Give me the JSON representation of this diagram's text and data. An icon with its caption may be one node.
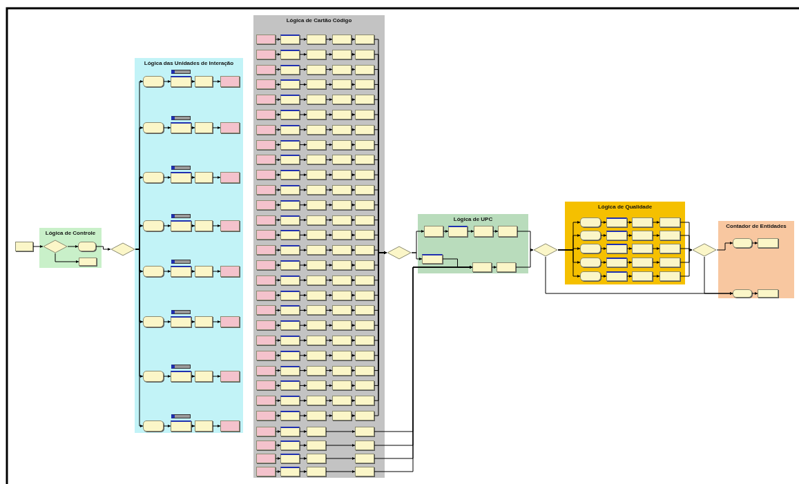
{
  "diagram": {
    "nodes": [
      {
        "text": [],
        "shape": "box"
      },
      {
        "text": [
          "Lógica de Controle"
        ]
      },
      {
        "text": [],
        "shape": "diamond",
        "in": 1
      },
      {
        "text": [],
        "shape": "box",
        "in": 1
      },
      {
        "text": [],
        "shape": "box",
        "in": 1
      },
      {
        "text": [],
        "shape": "diamond"
      },
      {
        "text": [
          "Lógica das Unidades de Interação"
        ]
      },
      {
        "text": [],
        "shape": "box",
        "in": 6
      },
      {
        "text": [],
        "shape": "box",
        "in": 6
      },
      {
        "text": [],
        "shape": "box",
        "in": 6
      },
      {
        "text": [],
        "shape": "box",
        "in": 6
      },
      {
        "text": [],
        "shape": "box",
        "in": 6
      },
      {
        "text": [],
        "shape": "box",
        "in": 6
      },
      {
        "text": [],
        "shape": "box",
        "in": 6
      },
      {
        "text": [],
        "shape": "box",
        "in": 6
      },
      {
        "text": [],
        "shape": "box",
        "in": 6
      },
      {
        "text": [],
        "shape": "box",
        "in": 6
      },
      {
        "text": [],
        "shape": "box",
        "in": 6
      },
      {
        "text": [],
        "shape": "box",
        "in": 6
      },
      {
        "text": [],
        "shape": "box",
        "in": 6
      },
      {
        "text": [],
        "shape": "box",
        "in": 6
      },
      {
        "text": [],
        "shape": "box",
        "in": 6
      },
      {
        "text": [],
        "shape": "box",
        "in": 6
      },
      {
        "text": [],
        "shape": "box",
        "in": 6
      },
      {
        "text": [],
        "shape": "box",
        "in": 6
      },
      {
        "text": [],
        "shape": "box",
        "in": 6
      },
      {
        "text": [],
        "shape": "box",
        "in": 6
      },
      {
        "text": [],
        "shape": "box",
        "in": 6
      },
      {
        "text": [],
        "shape": "box",
        "in": 6
      },
      {
        "text": [],
        "shape": "box",
        "in": 6
      },
      {
        "text": [],
        "shape": "box",
        "in": 6
      },
      {
        "text": [],
        "shape": "box",
        "in": 6
      },
      {
        "text": [],
        "shape": "box",
        "in": 6
      },
      {
        "text": [],
        "shape": "box",
        "in": 6
      },
      {
        "text": [],
        "shape": "box",
        "in": 6
      },
      {
        "text": [],
        "shape": "box",
        "in": 6
      },
      {
        "text": [],
        "shape": "box",
        "in": 6
      },
      {
        "text": [],
        "shape": "box",
        "in": 6
      },
      {
        "text": [],
        "shape": "box",
        "in": 6
      },
      {
        "text": [
          "Lógica de Cartão Código"
        ]
      },
      {
        "text": [],
        "shape": "box",
        "in": 39
      },
      {
        "text": [],
        "shape": "box",
        "in": 39
      },
      {
        "text": [],
        "shape": "box",
        "in": 39
      },
      {
        "text": [],
        "shape": "box",
        "in": 39
      },
      {
        "text": [],
        "shape": "box",
        "in": 39
      },
      {
        "text": [],
        "shape": "box",
        "in": 39
      },
      {
        "text": [],
        "shape": "box",
        "in": 39
      },
      {
        "text": [],
        "shape": "box",
        "in": 39
      },
      {
        "text": [],
        "shape": "box",
        "in": 39
      },
      {
        "text": [],
        "shape": "box",
        "in": 39
      },
      {
        "text": [],
        "shape": "box",
        "in": 39
      },
      {
        "text": [],
        "shape": "box",
        "in": 39
      },
      {
        "text": [],
        "shape": "box",
        "in": 39
      },
      {
        "text": [],
        "shape": "box",
        "in": 39
      },
      {
        "text": [],
        "shape": "box",
        "in": 39
      },
      {
        "text": [],
        "shape": "box",
        "in": 39
      },
      {
        "text": [],
        "shape": "box",
        "in": 39
      },
      {
        "text": [],
        "shape": "box",
        "in": 39
      },
      {
        "text": [],
        "shape": "box",
        "in": 39
      },
      {
        "text": [],
        "shape": "box",
        "in": 39
      },
      {
        "text": [],
        "shape": "box",
        "in": 39
      },
      {
        "text": [],
        "shape": "box",
        "in": 39
      },
      {
        "text": [],
        "shape": "box",
        "in": 39
      },
      {
        "text": [],
        "shape": "box",
        "in": 39
      },
      {
        "text": [],
        "shape": "box",
        "in": 39
      },
      {
        "text": [],
        "shape": "box",
        "in": 39
      },
      {
        "text": [],
        "shape": "box",
        "in": 39
      },
      {
        "text": [],
        "shape": "box",
        "in": 39
      },
      {
        "text": [],
        "shape": "box",
        "in": 39
      },
      {
        "text": [],
        "shape": "box",
        "in": 39
      },
      {
        "text": [],
        "shape": "box",
        "in": 39
      },
      {
        "text": [],
        "shape": "box",
        "in": 39
      },
      {
        "text": [],
        "shape": "box",
        "in": 39
      },
      {
        "text": [],
        "shape": "box",
        "in": 39
      },
      {
        "text": [],
        "shape": "box",
        "in": 39
      },
      {
        "text": [],
        "shape": "box",
        "in": 39
      },
      {
        "text": [],
        "shape": "box",
        "in": 39
      },
      {
        "text": [],
        "shape": "box",
        "in": 39
      },
      {
        "text": [],
        "shape": "box",
        "in": 39
      },
      {
        "text": [],
        "shape": "box",
        "in": 39
      },
      {
        "text": [],
        "shape": "box",
        "in": 39
      },
      {
        "text": [],
        "shape": "box",
        "in": 39
      },
      {
        "text": [],
        "shape": "box",
        "in": 39
      },
      {
        "text": [],
        "shape": "box",
        "in": 39
      },
      {
        "text": [],
        "shape": "box",
        "in": 39
      },
      {
        "text": [],
        "shape": "box",
        "in": 39
      },
      {
        "text": [],
        "shape": "box",
        "in": 39
      },
      {
        "text": [],
        "shape": "box",
        "in": 39
      },
      {
        "text": [],
        "shape": "box",
        "in": 39
      },
      {
        "text": [],
        "shape": "box",
        "in": 39
      },
      {
        "text": [],
        "shape": "box",
        "in": 39
      },
      {
        "text": [],
        "shape": "box",
        "in": 39
      },
      {
        "text": [],
        "shape": "box",
        "in": 39
      },
      {
        "text": [],
        "shape": "box",
        "in": 39
      },
      {
        "text": [],
        "shape": "box",
        "in": 39
      },
      {
        "text": [],
        "shape": "box",
        "in": 39
      },
      {
        "text": [],
        "shape": "box",
        "in": 39
      },
      {
        "text": [],
        "shape": "box",
        "in": 39
      },
      {
        "text": [],
        "shape": "box",
        "in": 39
      },
      {
        "text": [],
        "shape": "box",
        "in": 39
      },
      {
        "text": [],
        "shape": "box",
        "in": 39
      },
      {
        "text": [],
        "shape": "box",
        "in": 39
      },
      {
        "text": [],
        "shape": "box",
        "in": 39
      },
      {
        "text": [],
        "shape": "box",
        "in": 39
      },
      {
        "text": [],
        "shape": "box",
        "in": 39
      },
      {
        "text": [],
        "shape": "box",
        "in": 39
      },
      {
        "text": [],
        "shape": "box",
        "in": 39
      },
      {
        "text": [],
        "shape": "box",
        "in": 39
      },
      {
        "text": [],
        "shape": "box",
        "in": 39
      },
      {
        "text": [],
        "shape": "box",
        "in": 39
      },
      {
        "text": [],
        "shape": "box",
        "in": 39
      },
      {
        "text": [],
        "shape": "box",
        "in": 39
      },
      {
        "text": [],
        "shape": "box",
        "in": 39
      },
      {
        "text": [],
        "shape": "box",
        "in": 39
      },
      {
        "text": [],
        "shape": "box",
        "in": 39
      },
      {
        "text": [],
        "shape": "box",
        "in": 39
      },
      {
        "text": [],
        "shape": "box",
        "in": 39
      },
      {
        "text": [],
        "shape": "box",
        "in": 39
      },
      {
        "text": [],
        "shape": "box",
        "in": 39
      },
      {
        "text": [],
        "shape": "box",
        "in": 39
      },
      {
        "text": [],
        "shape": "box",
        "in": 39
      },
      {
        "text": [],
        "shape": "box",
        "in": 39
      },
      {
        "text": [],
        "shape": "box",
        "in": 39
      },
      {
        "text": [],
        "shape": "box",
        "in": 39
      },
      {
        "text": [],
        "shape": "box",
        "in": 39
      },
      {
        "text": [],
        "shape": "box",
        "in": 39
      },
      {
        "text": [],
        "shape": "box",
        "in": 39
      },
      {
        "text": [],
        "shape": "box",
        "in": 39
      },
      {
        "text": [],
        "shape": "box",
        "in": 39
      },
      {
        "text": [],
        "shape": "box",
        "in": 39
      },
      {
        "text": [],
        "shape": "box",
        "in": 39
      },
      {
        "text": [],
        "shape": "box",
        "in": 39
      },
      {
        "text": [],
        "shape": "box",
        "in": 39
      },
      {
        "text": [],
        "shape": "box",
        "in": 39
      },
      {
        "text": [],
        "shape": "box",
        "in": 39
      },
      {
        "text": [],
        "shape": "box",
        "in": 39
      },
      {
        "text": [],
        "shape": "box",
        "in": 39
      },
      {
        "text": [],
        "shape": "box",
        "in": 39
      },
      {
        "text": [],
        "shape": "box",
        "in": 39
      },
      {
        "text": [],
        "shape": "box",
        "in": 39
      },
      {
        "text": [],
        "shape": "box",
        "in": 39
      },
      {
        "text": [],
        "shape": "box",
        "in": 39
      },
      {
        "text": [],
        "shape": "box",
        "in": 39
      },
      {
        "text": [],
        "shape": "box",
        "in": 39
      },
      {
        "text": [],
        "shape": "box",
        "in": 39
      },
      {
        "text": [],
        "shape": "box",
        "in": 39
      },
      {
        "text": [],
        "shape": "box",
        "in": 39
      },
      {
        "text": [],
        "shape": "box",
        "in": 39
      },
      {
        "text": [],
        "shape": "box",
        "in": 39
      },
      {
        "text": [],
        "shape": "box",
        "in": 39
      },
      {
        "text": [],
        "shape": "box",
        "in": 39
      },
      {
        "text": [],
        "shape": "box",
        "in": 39
      },
      {
        "text": [],
        "shape": "box",
        "in": 39
      },
      {
        "text": [],
        "shape": "box",
        "in": 39
      },
      {
        "text": [],
        "shape": "box",
        "in": 39
      },
      {
        "text": [],
        "shape": "box",
        "in": 39
      },
      {
        "text": [],
        "shape": "box",
        "in": 39
      },
      {
        "text": [],
        "shape": "box",
        "in": 39
      },
      {
        "text": [],
        "shape": "box",
        "in": 39
      },
      {
        "text": [],
        "shape": "box",
        "in": 39
      },
      {
        "text": [],
        "shape": "box",
        "in": 39
      },
      {
        "text": [],
        "shape": "box",
        "in": 39
      },
      {
        "text": [],
        "shape": "box",
        "in": 39
      },
      {
        "text": [],
        "shape": "box",
        "in": 39
      },
      {
        "text": [],
        "shape": "box",
        "in": 39
      },
      {
        "text": [],
        "shape": "box",
        "in": 39
      },
      {
        "text": [],
        "shape": "box",
        "in": 39
      },
      {
        "text": [],
        "shape": "box",
        "in": 39
      },
      {
        "text": [],
        "shape": "box",
        "in": 39
      },
      {
        "text": [],
        "shape": "box",
        "in": 39
      },
      {
        "text": [],
        "shape": "box",
        "in": 39
      },
      {
        "text": [],
        "shape": "box",
        "in": 39
      },
      {
        "text": [],
        "shape": "box",
        "in": 39
      },
      {
        "text": [],
        "shape": "box",
        "in": 39
      },
      {
        "text": [],
        "shape": "box",
        "in": 39
      },
      {
        "text": [],
        "shape": "box",
        "in": 39
      },
      {
        "text": [],
        "shape": "box",
        "in": 39
      },
      {
        "text": [],
        "shape": "box",
        "in": 39
      },
      {
        "text": [],
        "shape": "box",
        "in": 39
      },
      {
        "text": [],
        "shape": "box",
        "in": 39
      },
      {
        "text": [],
        "shape": "box",
        "in": 39
      },
      {
        "text": [],
        "shape": "box",
        "in": 39
      },
      {
        "text": [],
        "shape": "box",
        "in": 39
      },
      {
        "text": [],
        "shape": "box",
        "in": 39
      },
      {
        "text": [],
        "shape": "box",
        "in": 39
      },
      {
        "text": [],
        "shape": "box",
        "in": 39
      },
      {
        "text": [],
        "shape": "diamond"
      },
      {
        "text": [
          "Lógica de UPC"
        ]
      },
      {
        "text": [],
        "shape": "box",
        "in": 187
      },
      {
        "text": [],
        "shape": "box",
        "in": 187
      },
      {
        "text": [],
        "shape": "box",
        "in": 187
      },
      {
        "text": [],
        "shape": "box",
        "in": 187
      },
      {
        "text": [],
        "shape": "box",
        "in": 187
      },
      {
        "text": [],
        "shape": "box",
        "in": 187
      },
      {
        "text": [],
        "shape": "box",
        "in": 187
      },
      {
        "text": [],
        "shape": "diamond"
      },
      {
        "text": [
          "Lógica de Qualidade"
        ]
      },
      {
        "text": [],
        "shape": "box",
        "in": 196
      },
      {
        "text": [],
        "shape": "box",
        "in": 196
      },
      {
        "text": [],
        "shape": "box",
        "in": 196
      },
      {
        "text": [],
        "shape": "box",
        "in": 196
      },
      {
        "text": [],
        "shape": "box",
        "in": 196
      },
      {
        "text": [],
        "shape": "box",
        "in": 196
      },
      {
        "text": [],
        "shape": "box",
        "in": 196
      },
      {
        "text": [],
        "shape": "box",
        "in": 196
      },
      {
        "text": [],
        "shape": "box",
        "in": 196
      },
      {
        "text": [],
        "shape": "box",
        "in": 196
      },
      {
        "text": [],
        "shape": "box",
        "in": 196
      },
      {
        "text": [],
        "shape": "box",
        "in": 196
      },
      {
        "text": [],
        "shape": "box",
        "in": 196
      },
      {
        "text": [],
        "shape": "box",
        "in": 196
      },
      {
        "text": [],
        "shape": "box",
        "in": 196
      },
      {
        "text": [],
        "shape": "box",
        "in": 196
      },
      {
        "text": [],
        "shape": "box",
        "in": 196
      },
      {
        "text": [],
        "shape": "box",
        "in": 196
      },
      {
        "text": [],
        "shape": "box",
        "in": 196
      },
      {
        "text": [],
        "shape": "box",
        "in": 196
      },
      {
        "text": [],
        "shape": "diamond"
      },
      {
        "text": [
          "Contador de Entidades"
        ]
      },
      {
        "text": [],
        "shape": "box",
        "in": 218
      },
      {
        "text": [],
        "shape": "box",
        "in": 218
      },
      {
        "text": [],
        "shape": "box",
        "in": 218
      },
      {
        "text": [],
        "shape": "box",
        "in": 218
      }
    ],
    "edges": [
      {
        "from": 0,
        "to": 2,
        "arrow": "to"
      },
      {
        "from": 2,
        "to": 3,
        "arrow": "to"
      },
      {
        "from": 2,
        "to": 4,
        "arrow": "to"
      },
      {
        "from": 3,
        "to": 5,
        "arrow": "to"
      },
      {
        "from": 5,
        "to": 7,
        "arrow": "to"
      },
      {
        "from": 5,
        "to": 11,
        "arrow": "to"
      },
      {
        "from": 5,
        "to": 15,
        "arrow": "to"
      },
      {
        "from": 5,
        "to": 19,
        "arrow": "to"
      },
      {
        "from": 5,
        "to": 23,
        "arrow": "to"
      },
      {
        "from": 5,
        "to": 27,
        "arrow": "to"
      },
      {
        "from": 5,
        "to": 31,
        "arrow": "to"
      },
      {
        "from": 5,
        "to": 35,
        "arrow": "to"
      },
      {
        "from": 7,
        "to": 8,
        "arrow": "to"
      },
      {
        "from": 8,
        "to": 9,
        "arrow": "to"
      },
      {
        "from": 9,
        "to": 10,
        "arrow": "to"
      },
      {
        "from": 11,
        "to": 12,
        "arrow": "to"
      },
      {
        "from": 12,
        "to": 13,
        "arrow": "to"
      },
      {
        "from": 13,
        "to": 14,
        "arrow": "to"
      },
      {
        "from": 15,
        "to": 16,
        "arrow": "to"
      },
      {
        "from": 16,
        "to": 17,
        "arrow": "to"
      },
      {
        "from": 17,
        "to": 18,
        "arrow": "to"
      },
      {
        "from": 19,
        "to": 20,
        "arrow": "to"
      },
      {
        "from": 20,
        "to": 21,
        "arrow": "to"
      },
      {
        "from": 21,
        "to": 22,
        "arrow": "to"
      },
      {
        "from": 23,
        "to": 24,
        "arrow": "to"
      },
      {
        "from": 24,
        "to": 25,
        "arrow": "to"
      },
      {
        "from": 25,
        "to": 26,
        "arrow": "to"
      },
      {
        "from": 27,
        "to": 28,
        "arrow": "to"
      },
      {
        "from": 28,
        "to": 29,
        "arrow": "to"
      },
      {
        "from": 29,
        "to": 30,
        "arrow": "to"
      },
      {
        "from": 31,
        "to": 32,
        "arrow": "to"
      },
      {
        "from": 32,
        "to": 33,
        "arrow": "to"
      },
      {
        "from": 33,
        "to": 34,
        "arrow": "to"
      },
      {
        "from": 35,
        "to": 36,
        "arrow": "to"
      },
      {
        "from": 36,
        "to": 37,
        "arrow": "to"
      },
      {
        "from": 37,
        "to": 38,
        "arrow": "to"
      },
      {
        "from": 40,
        "to": 41,
        "arrow": "to"
      },
      {
        "from": 41,
        "to": 42,
        "arrow": "to"
      },
      {
        "from": 42,
        "to": 43,
        "arrow": "to"
      },
      {
        "from": 43,
        "to": 44,
        "arrow": "to"
      },
      {
        "from": 45,
        "to": 46,
        "arrow": "to"
      },
      {
        "from": 46,
        "to": 47,
        "arrow": "to"
      },
      {
        "from": 47,
        "to": 48,
        "arrow": "to"
      },
      {
        "from": 48,
        "to": 49,
        "arrow": "to"
      },
      {
        "from": 50,
        "to": 51,
        "arrow": "to"
      },
      {
        "from": 51,
        "to": 52,
        "arrow": "to"
      },
      {
        "from": 52,
        "to": 53,
        "arrow": "to"
      },
      {
        "from": 53,
        "to": 54,
        "arrow": "to"
      },
      {
        "from": 55,
        "to": 56,
        "arrow": "to"
      },
      {
        "from": 56,
        "to": 57,
        "arrow": "to"
      },
      {
        "from": 57,
        "to": 58,
        "arrow": "to"
      },
      {
        "from": 58,
        "to": 59,
        "arrow": "to"
      },
      {
        "from": 60,
        "to": 61,
        "arrow": "to"
      },
      {
        "from": 61,
        "to": 62,
        "arrow": "to"
      },
      {
        "from": 62,
        "to": 63,
        "arrow": "to"
      },
      {
        "from": 63,
        "to": 64,
        "arrow": "to"
      },
      {
        "from": 65,
        "to": 66,
        "arrow": "to"
      },
      {
        "from": 66,
        "to": 67,
        "arrow": "to"
      },
      {
        "from": 67,
        "to": 68,
        "arrow": "to"
      },
      {
        "from": 68,
        "to": 69,
        "arrow": "to"
      },
      {
        "from": 70,
        "to": 71,
        "arrow": "to"
      },
      {
        "from": 71,
        "to": 72,
        "arrow": "to"
      },
      {
        "from": 72,
        "to": 73,
        "arrow": "to"
      },
      {
        "from": 73,
        "to": 74,
        "arrow": "to"
      },
      {
        "from": 75,
        "to": 76,
        "arrow": "to"
      },
      {
        "from": 76,
        "to": 77,
        "arrow": "to"
      },
      {
        "from": 77,
        "to": 78,
        "arrow": "to"
      },
      {
        "from": 78,
        "to": 79,
        "arrow": "to"
      },
      {
        "from": 80,
        "to": 81,
        "arrow": "to"
      },
      {
        "from": 81,
        "to": 82,
        "arrow": "to"
      },
      {
        "from": 82,
        "to": 83,
        "arrow": "to"
      },
      {
        "from": 83,
        "to": 84,
        "arrow": "to"
      },
      {
        "from": 85,
        "to": 86,
        "arrow": "to"
      },
      {
        "from": 86,
        "to": 87,
        "arrow": "to"
      },
      {
        "from": 87,
        "to": 88,
        "arrow": "to"
      },
      {
        "from": 88,
        "to": 89,
        "arrow": "to"
      },
      {
        "from": 90,
        "to": 91,
        "arrow": "to"
      },
      {
        "from": 91,
        "to": 92,
        "arrow": "to"
      },
      {
        "from": 92,
        "to": 93,
        "arrow": "to"
      },
      {
        "from": 93,
        "to": 94,
        "arrow": "to"
      },
      {
        "from": 95,
        "to": 96,
        "arrow": "to"
      },
      {
        "from": 96,
        "to": 97,
        "arrow": "to"
      },
      {
        "from": 97,
        "to": 98,
        "arrow": "to"
      },
      {
        "from": 98,
        "to": 99,
        "arrow": "to"
      },
      {
        "from": 100,
        "to": 101,
        "arrow": "to"
      },
      {
        "from": 101,
        "to": 102,
        "arrow": "to"
      },
      {
        "from": 102,
        "to": 103,
        "arrow": "to"
      },
      {
        "from": 103,
        "to": 104,
        "arrow": "to"
      },
      {
        "from": 105,
        "to": 106,
        "arrow": "to"
      },
      {
        "from": 106,
        "to": 107,
        "arrow": "to"
      },
      {
        "from": 107,
        "to": 108,
        "arrow": "to"
      },
      {
        "from": 108,
        "to": 109,
        "arrow": "to"
      },
      {
        "from": 110,
        "to": 111,
        "arrow": "to"
      },
      {
        "from": 111,
        "to": 112,
        "arrow": "to"
      },
      {
        "from": 112,
        "to": 113,
        "arrow": "to"
      },
      {
        "from": 113,
        "to": 114,
        "arrow": "to"
      },
      {
        "from": 115,
        "to": 116,
        "arrow": "to"
      },
      {
        "from": 116,
        "to": 117,
        "arrow": "to"
      },
      {
        "from": 117,
        "to": 118,
        "arrow": "to"
      },
      {
        "from": 118,
        "to": 119,
        "arrow": "to"
      },
      {
        "from": 120,
        "to": 121,
        "arrow": "to"
      },
      {
        "from": 121,
        "to": 122,
        "arrow": "to"
      },
      {
        "from": 122,
        "to": 123,
        "arrow": "to"
      },
      {
        "from": 123,
        "to": 124,
        "arrow": "to"
      },
      {
        "from": 125,
        "to": 126,
        "arrow": "to"
      },
      {
        "from": 126,
        "to": 127,
        "arrow": "to"
      },
      {
        "from": 127,
        "to": 128,
        "arrow": "to"
      },
      {
        "from": 128,
        "to": 129,
        "arrow": "to"
      },
      {
        "from": 130,
        "to": 131,
        "arrow": "to"
      },
      {
        "from": 131,
        "to": 132,
        "arrow": "to"
      },
      {
        "from": 132,
        "to": 133,
        "arrow": "to"
      },
      {
        "from": 133,
        "to": 134,
        "arrow": "to"
      },
      {
        "from": 135,
        "to": 136,
        "arrow": "to"
      },
      {
        "from": 136,
        "to": 137,
        "arrow": "to"
      },
      {
        "from": 137,
        "to": 138,
        "arrow": "to"
      },
      {
        "from": 138,
        "to": 139,
        "arrow": "to"
      },
      {
        "from": 140,
        "to": 141,
        "arrow": "to"
      },
      {
        "from": 141,
        "to": 142,
        "arrow": "to"
      },
      {
        "from": 142,
        "to": 143,
        "arrow": "to"
      },
      {
        "from": 143,
        "to": 144,
        "arrow": "to"
      },
      {
        "from": 145,
        "to": 146,
        "arrow": "to"
      },
      {
        "from": 146,
        "to": 147,
        "arrow": "to"
      },
      {
        "from": 147,
        "to": 148,
        "arrow": "to"
      },
      {
        "from": 148,
        "to": 149,
        "arrow": "to"
      },
      {
        "from": 150,
        "to": 151,
        "arrow": "to"
      },
      {
        "from": 151,
        "to": 152,
        "arrow": "to"
      },
      {
        "from": 152,
        "to": 153,
        "arrow": "to"
      },
      {
        "from": 153,
        "to": 154,
        "arrow": "to"
      },
      {
        "from": 155,
        "to": 156,
        "arrow": "to"
      },
      {
        "from": 156,
        "to": 157,
        "arrow": "to"
      },
      {
        "from": 157,
        "to": 158,
        "arrow": "to"
      },
      {
        "from": 158,
        "to": 159,
        "arrow": "to"
      },
      {
        "from": 160,
        "to": 161,
        "arrow": "to"
      },
      {
        "from": 161,
        "to": 162,
        "arrow": "to"
      },
      {
        "from": 162,
        "to": 163,
        "arrow": "to"
      },
      {
        "from": 163,
        "to": 164,
        "arrow": "to"
      },
      {
        "from": 165,
        "to": 166,
        "arrow": "to"
      },
      {
        "from": 166,
        "to": 167,
        "arrow": "to"
      },
      {
        "from": 167,
        "to": 168,
        "arrow": "to"
      },
      {
        "from": 168,
        "to": 169,
        "arrow": "to"
      },
      {
        "from": 170,
        "to": 171,
        "arrow": "to"
      },
      {
        "from": 171,
        "to": 172,
        "arrow": "to"
      },
      {
        "from": 172,
        "to": 173,
        "arrow": "to"
      },
      {
        "from": 174,
        "to": 175,
        "arrow": "to"
      },
      {
        "from": 175,
        "to": 176,
        "arrow": "to"
      },
      {
        "from": 176,
        "to": 177,
        "arrow": "to"
      },
      {
        "from": 178,
        "to": 179,
        "arrow": "to"
      },
      {
        "from": 179,
        "to": 180,
        "arrow": "to"
      },
      {
        "from": 180,
        "to": 181,
        "arrow": "to"
      },
      {
        "from": 182,
        "to": 183,
        "arrow": "to"
      },
      {
        "from": 183,
        "to": 184,
        "arrow": "to"
      },
      {
        "from": 184,
        "to": 185,
        "arrow": "to"
      },
      {
        "from": 44,
        "to": 186,
        "arrow": "to"
      },
      {
        "from": 49,
        "to": 186,
        "arrow": "to"
      },
      {
        "from": 54,
        "to": 186,
        "arrow": "to"
      },
      {
        "from": 59,
        "to": 186,
        "arrow": "to"
      },
      {
        "from": 64,
        "to": 186,
        "arrow": "to"
      },
      {
        "from": 69,
        "to": 186,
        "arrow": "to"
      },
      {
        "from": 74,
        "to": 186,
        "arrow": "to"
      },
      {
        "from": 79,
        "to": 186,
        "arrow": "to"
      },
      {
        "from": 84,
        "to": 186,
        "arrow": "to"
      },
      {
        "from": 89,
        "to": 186,
        "arrow": "to"
      },
      {
        "from": 94,
        "to": 186,
        "arrow": "to"
      },
      {
        "from": 99,
        "to": 186,
        "arrow": "to"
      },
      {
        "from": 104,
        "to": 186,
        "arrow": "to"
      },
      {
        "from": 109,
        "to": 186,
        "arrow": "to"
      },
      {
        "from": 114,
        "to": 186,
        "arrow": "to"
      },
      {
        "from": 119,
        "to": 186,
        "arrow": "to"
      },
      {
        "from": 124,
        "to": 186,
        "arrow": "to"
      },
      {
        "from": 129,
        "to": 186,
        "arrow": "to"
      },
      {
        "from": 134,
        "to": 186,
        "arrow": "to"
      },
      {
        "from": 139,
        "to": 186,
        "arrow": "to"
      },
      {
        "from": 144,
        "to": 186,
        "arrow": "to"
      },
      {
        "from": 149,
        "to": 186,
        "arrow": "to"
      },
      {
        "from": 154,
        "to": 186,
        "arrow": "to"
      },
      {
        "from": 159,
        "to": 186,
        "arrow": "to"
      },
      {
        "from": 164,
        "to": 186,
        "arrow": "to"
      },
      {
        "from": 169,
        "to": 186,
        "arrow": "to"
      },
      {
        "from": 173,
        "to": 193,
        "arrow": "to"
      },
      {
        "from": 177,
        "to": 193,
        "arrow": "to"
      },
      {
        "from": 181,
        "to": 193,
        "arrow": "to"
      },
      {
        "from": 185,
        "to": 193,
        "arrow": "to"
      },
      {
        "from": 186,
        "to": 188,
        "arrow": "to"
      },
      {
        "from": 188,
        "to": 189,
        "arrow": "to"
      },
      {
        "from": 189,
        "to": 190,
        "arrow": "to"
      },
      {
        "from": 190,
        "to": 191,
        "arrow": "to"
      },
      {
        "from": 191,
        "to": 195,
        "arrow": "to"
      },
      {
        "from": 186,
        "to": 192,
        "arrow": "to"
      },
      {
        "from": 192,
        "to": 193,
        "arrow": "to"
      },
      {
        "from": 193,
        "to": 194,
        "arrow": "to"
      },
      {
        "from": 194,
        "to": 195,
        "arrow": "to"
      },
      {
        "from": 195,
        "to": 197,
        "arrow": "to"
      },
      {
        "from": 195,
        "to": 201,
        "arrow": "to"
      },
      {
        "from": 195,
        "to": 205,
        "arrow": "to"
      },
      {
        "from": 195,
        "to": 209,
        "arrow": "to"
      },
      {
        "from": 195,
        "to": 213,
        "arrow": "to"
      },
      {
        "from": 197,
        "to": 198,
        "arrow": "to"
      },
      {
        "from": 198,
        "to": 199,
        "arrow": "to"
      },
      {
        "from": 199,
        "to": 200,
        "arrow": "to"
      },
      {
        "from": 201,
        "to": 202,
        "arrow": "to"
      },
      {
        "from": 202,
        "to": 203,
        "arrow": "to"
      },
      {
        "from": 203,
        "to": 204,
        "arrow": "to"
      },
      {
        "from": 205,
        "to": 206,
        "arrow": "to"
      },
      {
        "from": 206,
        "to": 207,
        "arrow": "to"
      },
      {
        "from": 207,
        "to": 208,
        "arrow": "to"
      },
      {
        "from": 209,
        "to": 210,
        "arrow": "to"
      },
      {
        "from": 210,
        "to": 211,
        "arrow": "to"
      },
      {
        "from": 211,
        "to": 212,
        "arrow": "to"
      },
      {
        "from": 213,
        "to": 214,
        "arrow": "to"
      },
      {
        "from": 214,
        "to": 215,
        "arrow": "to"
      },
      {
        "from": 215,
        "to": 216,
        "arrow": "to"
      },
      {
        "from": 200,
        "to": 217,
        "arrow": "to"
      },
      {
        "from": 204,
        "to": 217,
        "arrow": "to"
      },
      {
        "from": 208,
        "to": 217,
        "arrow": "to"
      },
      {
        "from": 212,
        "to": 217,
        "arrow": "to"
      },
      {
        "from": 216,
        "to": 217,
        "arrow": "to"
      },
      {
        "from": 195,
        "to": 221,
        "arrow": "to"
      },
      {
        "from": 217,
        "to": 219,
        "arrow": "to"
      },
      {
        "from": 219,
        "to": 220,
        "arrow": "to"
      },
      {
        "from": 217,
        "to": 221,
        "arrow": "to"
      },
      {
        "from": 221,
        "to": 222,
        "arrow": "to"
      }
    ]
  }
}
